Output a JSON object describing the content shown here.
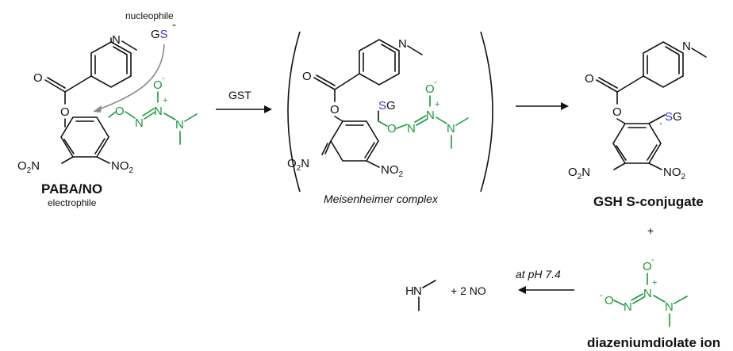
{
  "colors": {
    "black": "#111111",
    "green": "#1a9a3a",
    "blue": "#3a3ad6",
    "grey": "#888888"
  },
  "atoms": {
    "N": "N",
    "O": "O",
    "S": "S",
    "G": "G",
    "H": "H",
    "plus": "+",
    "minus": "-",
    "NO2_main": "NO",
    "NO2_sub": "2",
    "O2N_main_O": "O",
    "O2N_sub": "2",
    "O2N_N": "N"
  },
  "labels": {
    "nucleophile": "nucleophile",
    "gs_G": "G",
    "gs_S": "S",
    "gs_charge": "-",
    "paba_name": "PABA/NO",
    "paba_role": "electrophile",
    "gst": "GST",
    "meisenheimer": "Meisenheimer complex",
    "gsh_conjugate": "GSH S-conjugate",
    "plus_sign": "+",
    "at_ph": "at pH 7.4",
    "two_no": "+  2 NO",
    "diazenium": "diazeniumdiolate ion"
  }
}
